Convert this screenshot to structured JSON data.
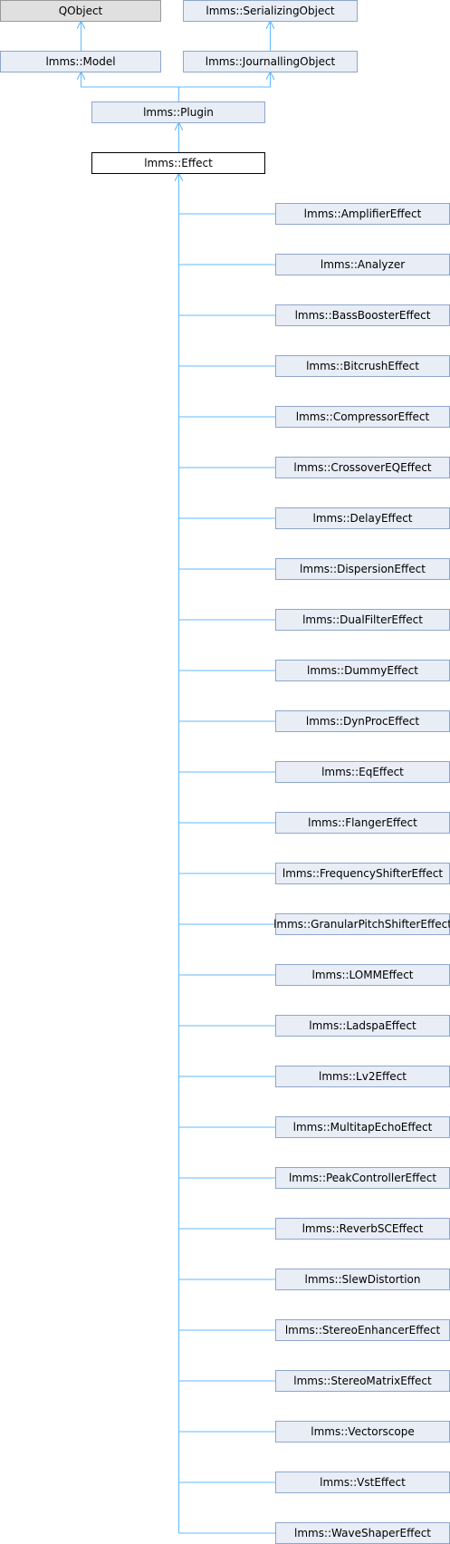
{
  "colors": {
    "node_fill": "#e8edf6",
    "node_stroke": "#8fa6cc",
    "external_fill": "#e0e0e0",
    "external_stroke": "#999999",
    "current_fill": "#ffffff",
    "current_stroke": "#000000",
    "edge": "#63b8ff"
  },
  "nodes": {
    "qobject": "QObject",
    "serializing_object": "lmms::SerializingObject",
    "model": "lmms::Model",
    "journalling_object": "lmms::JournallingObject",
    "plugin": "lmms::Plugin",
    "effect": "lmms::Effect"
  },
  "derived": [
    "lmms::AmplifierEffect",
    "lmms::Analyzer",
    "lmms::BassBoosterEffect",
    "lmms::BitcrushEffect",
    "lmms::CompressorEffect",
    "lmms::CrossoverEQEffect",
    "lmms::DelayEffect",
    "lmms::DispersionEffect",
    "lmms::DualFilterEffect",
    "lmms::DummyEffect",
    "lmms::DynProcEffect",
    "lmms::EqEffect",
    "lmms::FlangerEffect",
    "lmms::FrequencyShifterEffect",
    "lmms::GranularPitchShifterEffect",
    "lmms::LOMMEffect",
    "lmms::LadspaEffect",
    "lmms::Lv2Effect",
    "lmms::MultitapEchoEffect",
    "lmms::PeakControllerEffect",
    "lmms::ReverbSCEffect",
    "lmms::SlewDistortion",
    "lmms::StereoEnhancerEffect",
    "lmms::StereoMatrixEffect",
    "lmms::Vectorscope",
    "lmms::VstEffect",
    "lmms::WaveShaperEffect"
  ]
}
